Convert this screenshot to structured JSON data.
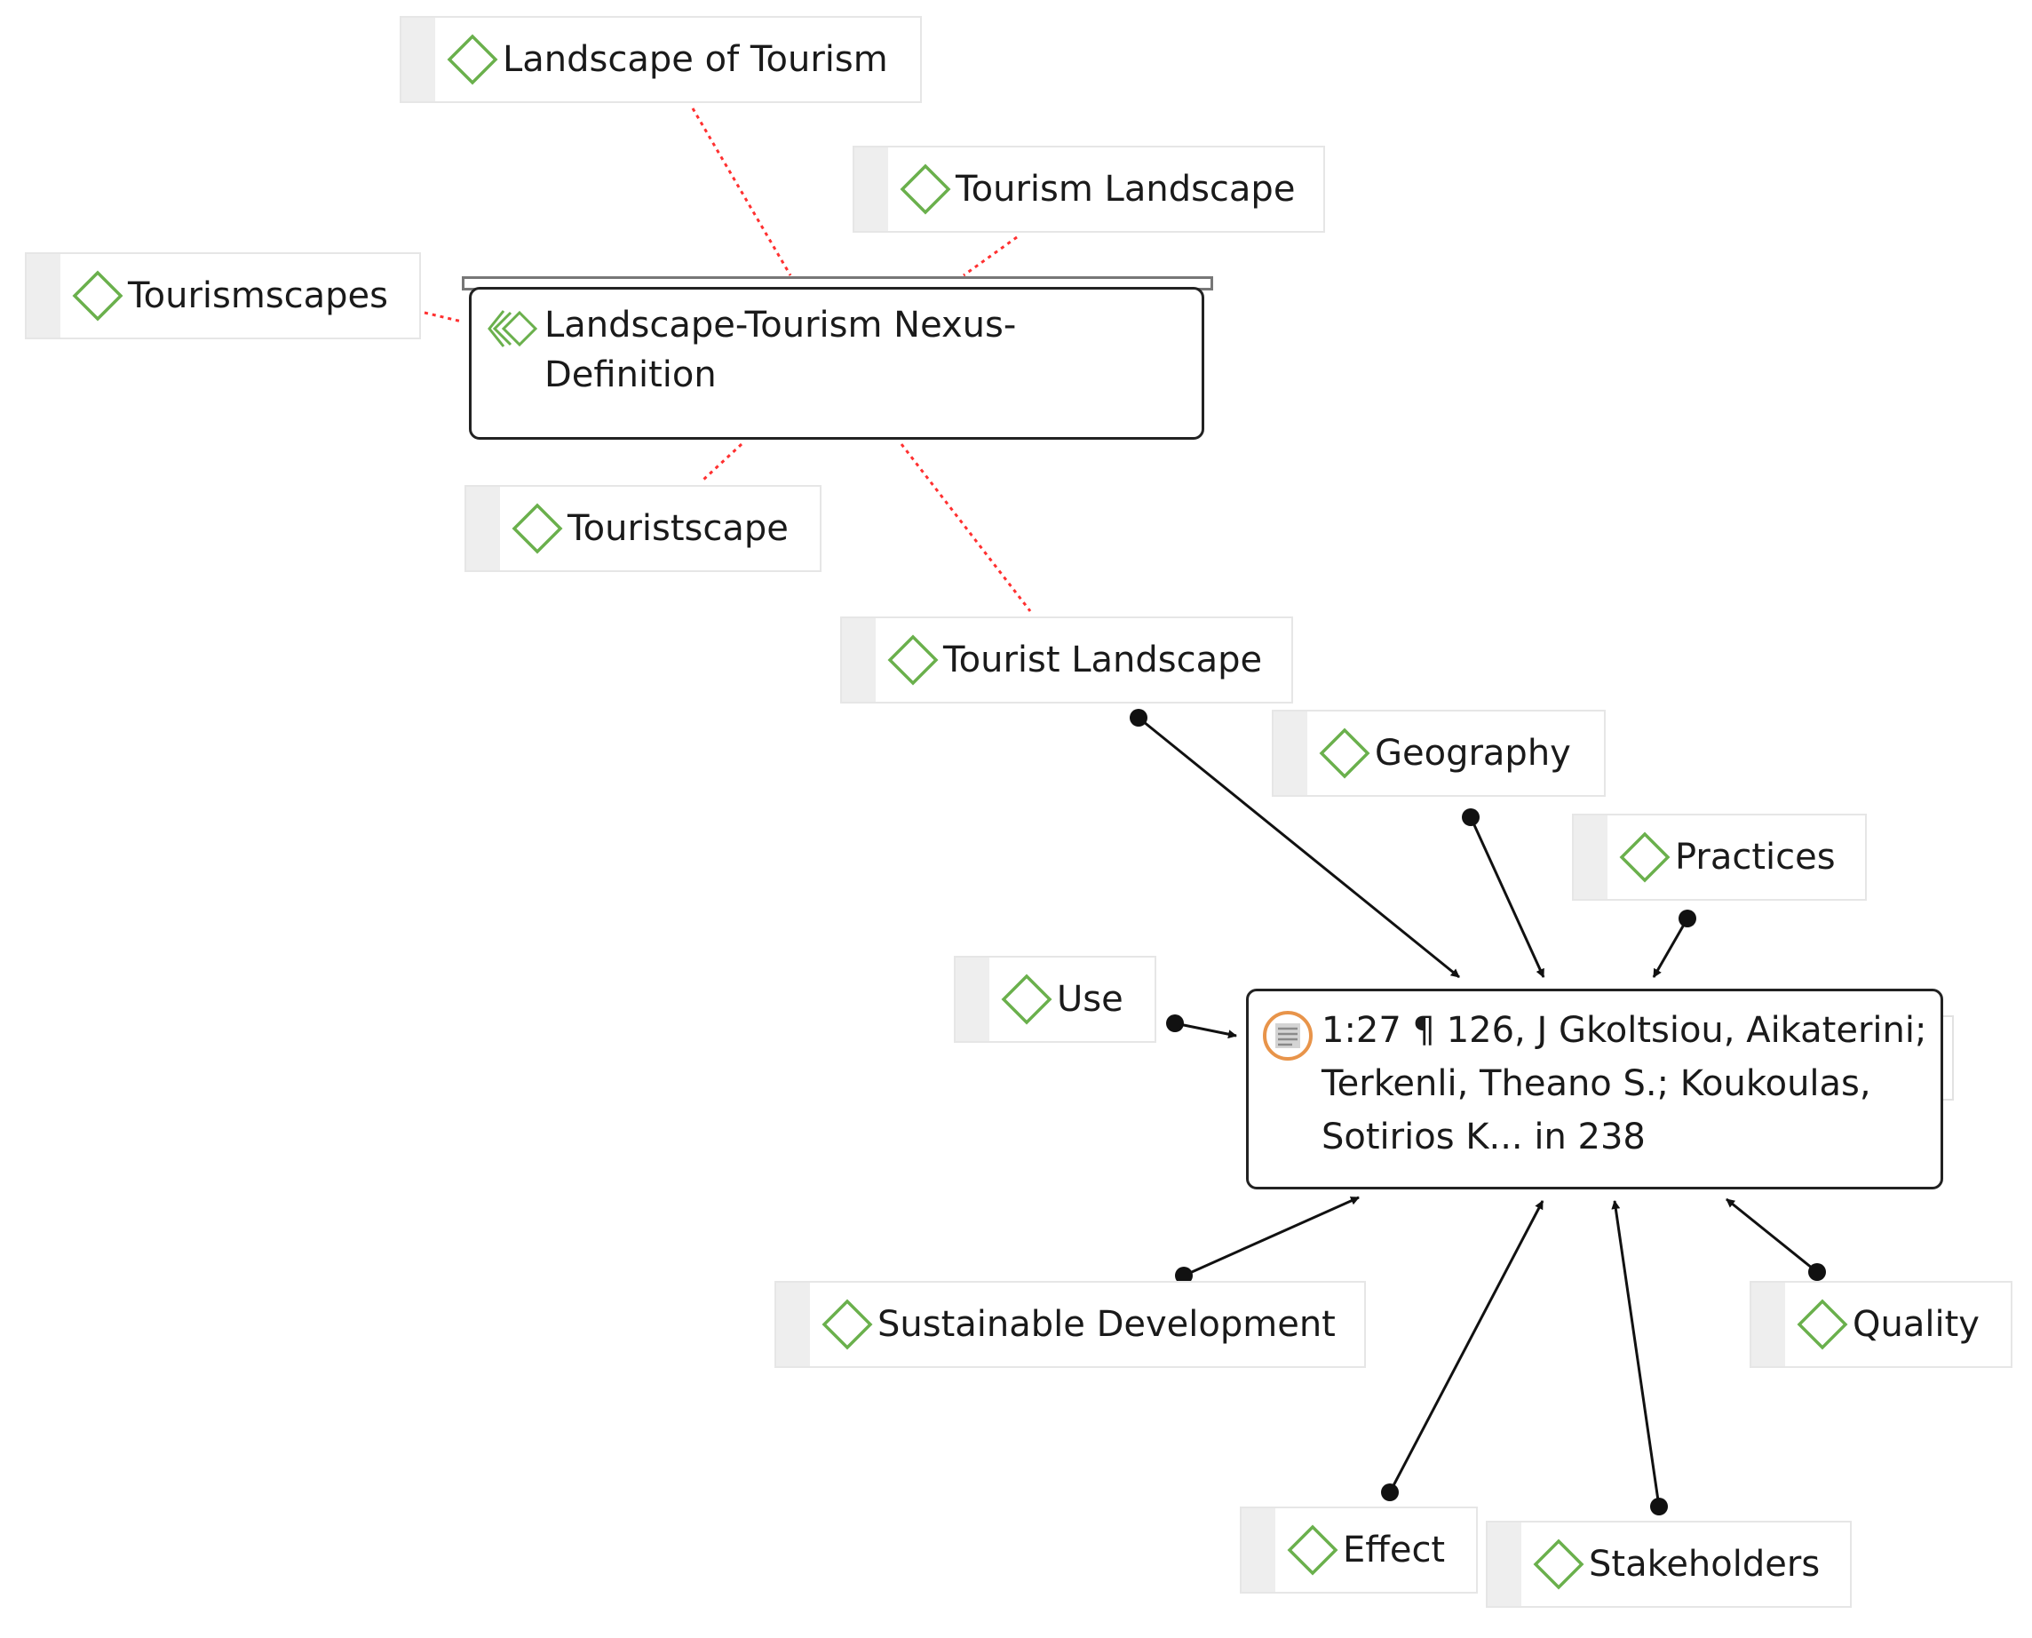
{
  "diagram": {
    "network": {
      "label": "Landscape-Tourism Nexus-Definition",
      "icon": "network-icon"
    },
    "quotation": {
      "label": "1:27 ¶ 126, J Gkoltsiou, Aikaterini;\nTerkenli, Theano S.; Koukoulas,\nSotirios    K... in 238",
      "icon": "quotation-icon"
    },
    "codes": [
      {
        "label": "Landscape of Tourism",
        "icon": "code-icon"
      },
      {
        "label": "Tourism Landscape",
        "icon": "code-icon"
      },
      {
        "label": "Tourismscapes",
        "icon": "code-icon"
      },
      {
        "label": "Touristscape",
        "icon": "code-icon"
      },
      {
        "label": "Tourist Landscape",
        "icon": "code-icon"
      },
      {
        "label": "Geography",
        "icon": "code-icon"
      },
      {
        "label": "Practices",
        "icon": "code-icon"
      },
      {
        "label": "Use",
        "icon": "code-icon"
      },
      {
        "label": "Sustainable Development",
        "icon": "code-icon"
      },
      {
        "label": "Quality",
        "icon": "code-icon"
      },
      {
        "label": "Effect",
        "icon": "code-icon"
      },
      {
        "label": "Stakeholders",
        "icon": "code-icon"
      }
    ],
    "colors": {
      "code_diamond": "#6ab04c",
      "dotted_link": "#ff3030",
      "arrow_link": "#111111",
      "quote_icon_ring": "#e8944a"
    }
  }
}
